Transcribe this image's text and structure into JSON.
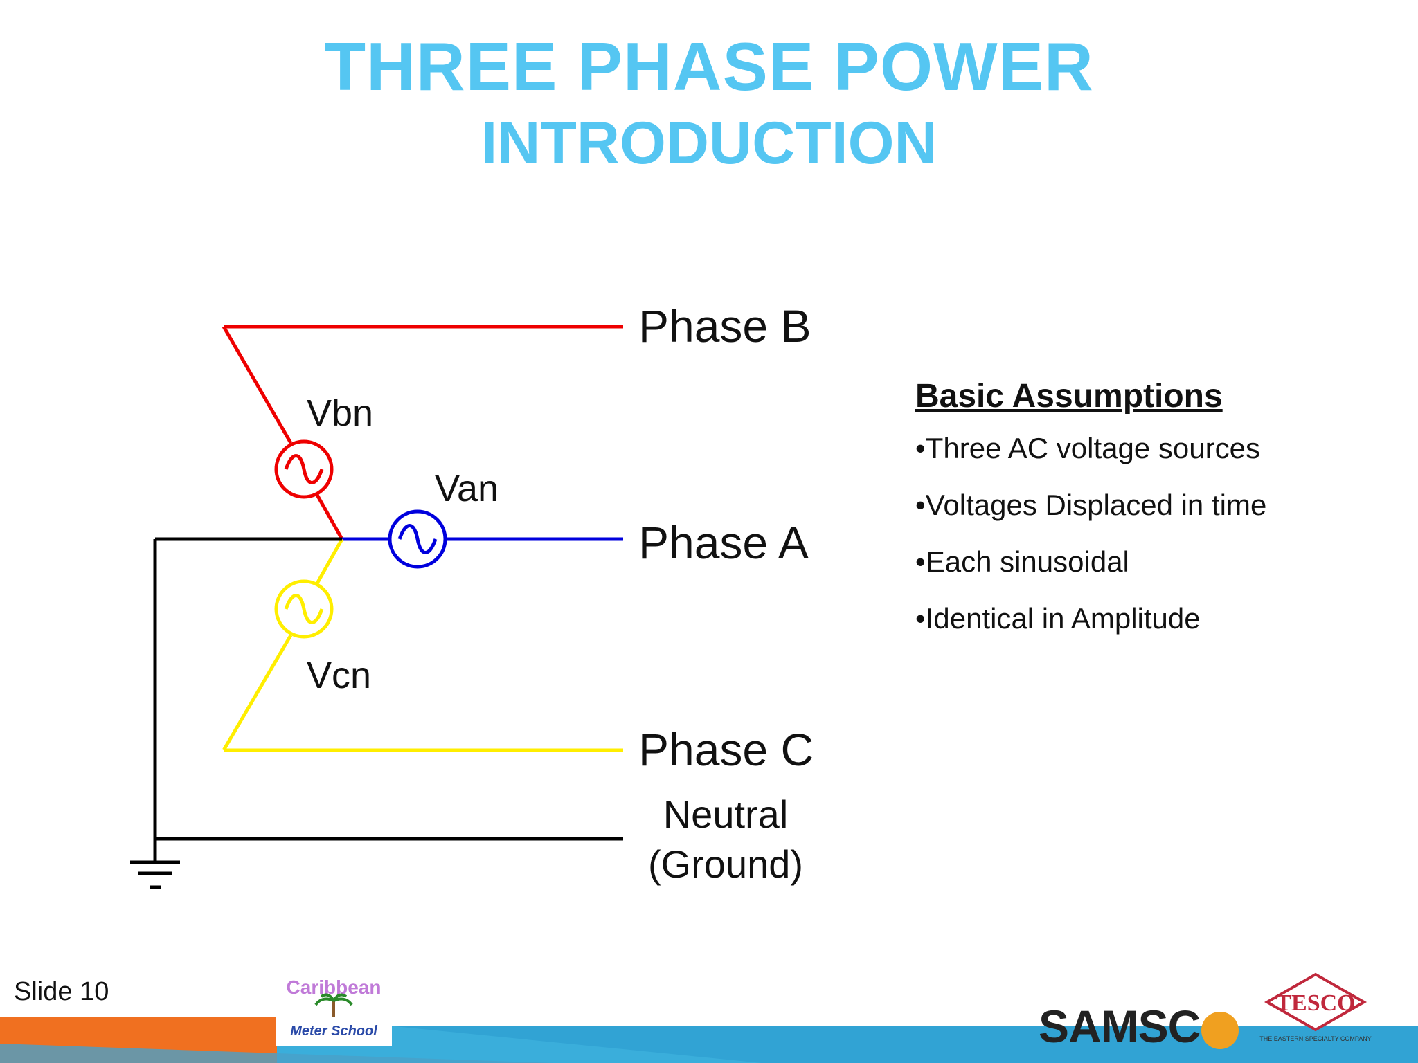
{
  "header": {
    "title": "THREE PHASE POWER",
    "subtitle": "INTRODUCTION"
  },
  "diagram": {
    "labels": {
      "phase_b": "Phase B",
      "phase_a": "Phase A",
      "phase_c": "Phase C",
      "neutral_line1": "Neutral",
      "neutral_line2": "(Ground)",
      "vbn": "Vbn",
      "van": "Van",
      "vcn": "Vcn"
    },
    "colors": {
      "phase_a": "#0000dd",
      "phase_b": "#ee0000",
      "phase_c": "#ffee00",
      "neutral": "#000000"
    }
  },
  "assumptions": {
    "heading": "Basic Assumptions",
    "items": [
      "•Three AC voltage sources",
      "•Voltages Displaced in time",
      "•Each sinusoidal",
      "•Identical in Amplitude"
    ]
  },
  "footer": {
    "slide_label": "Slide 10",
    "logo_left_line1": "Caribbean",
    "logo_left_line2": "Meter School",
    "logo_samsco": "SAMSC",
    "logo_tesco": "TESCO",
    "logo_tesco_tagline": "THE EASTERN SPECIALTY COMPANY"
  }
}
